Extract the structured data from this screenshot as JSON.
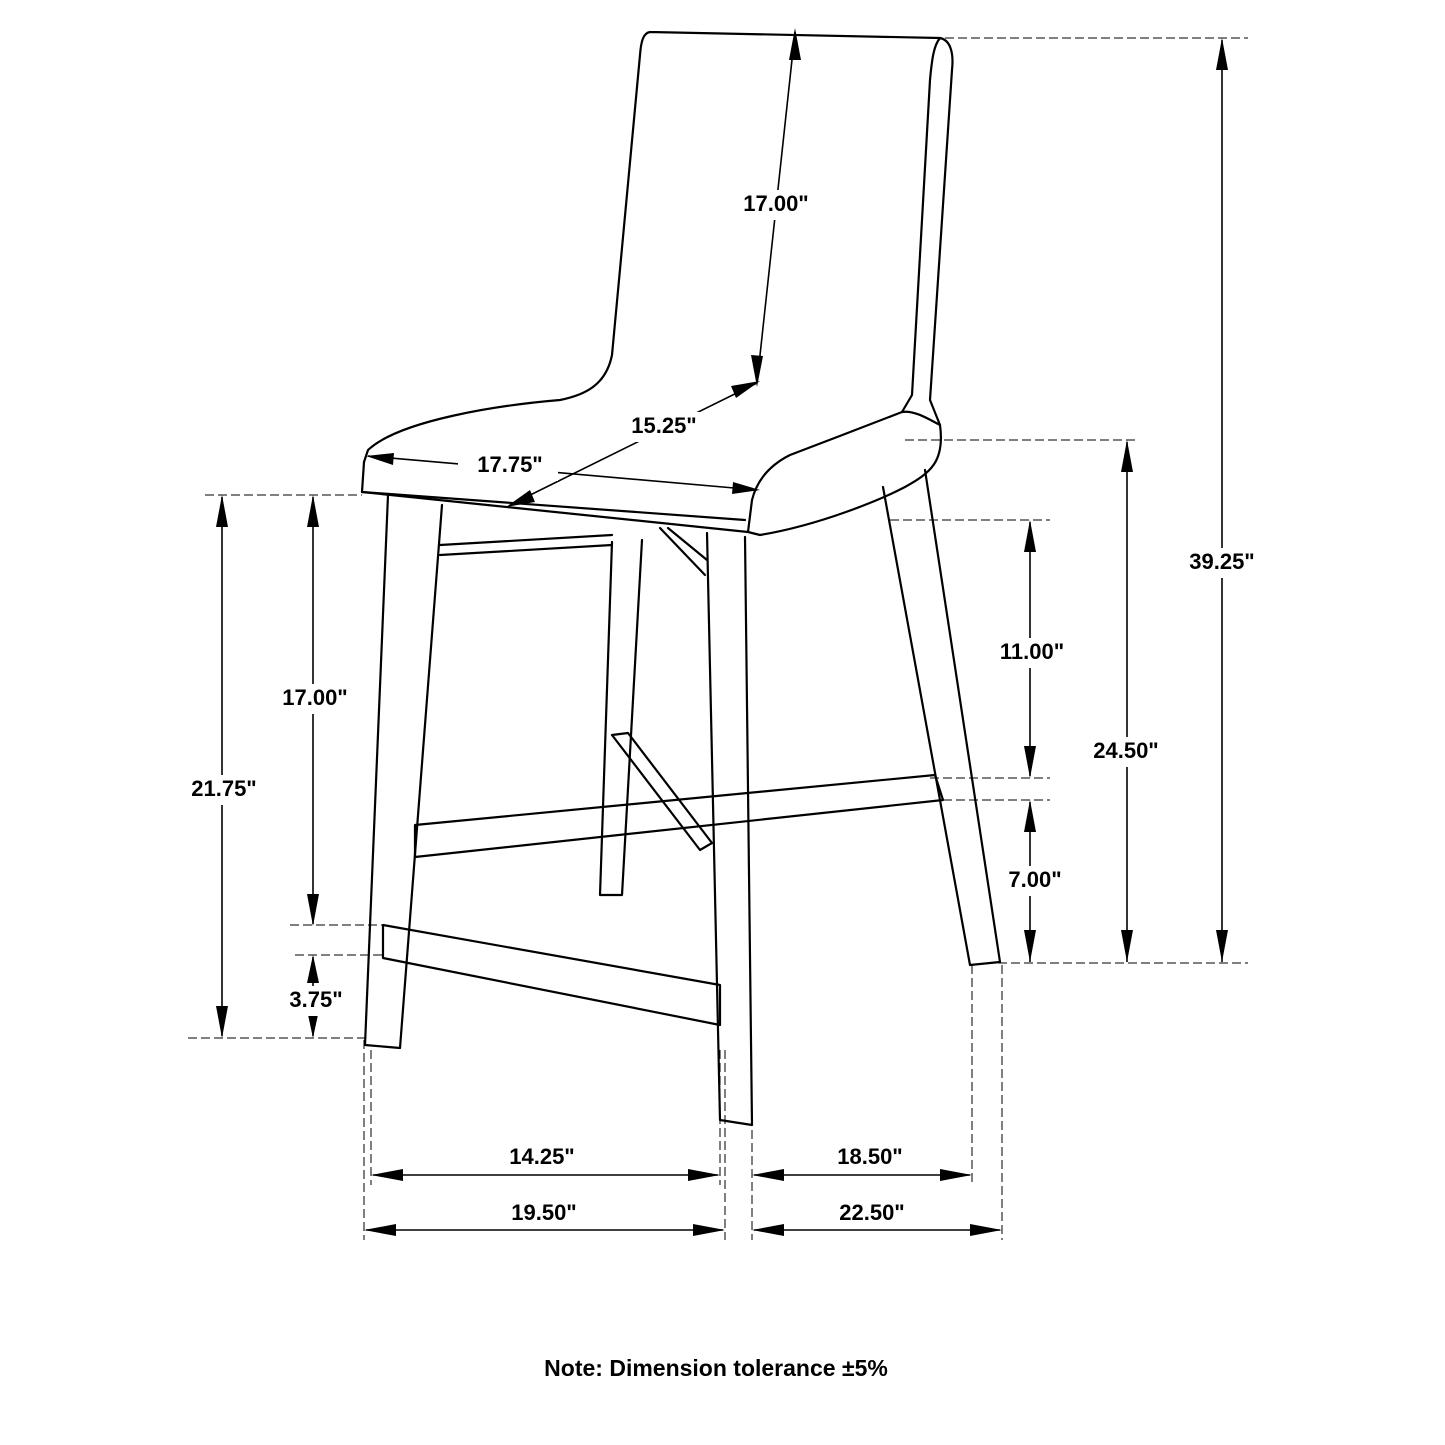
{
  "dimensions": {
    "back_height": "17.00\"",
    "seat_depth": "15.25\"",
    "seat_width": "17.75\"",
    "overall_height": "39.25\"",
    "seat_height": "24.50\"",
    "seat_to_upper_stretcher": "11.00\"",
    "upper_stretcher_to_floor": "7.00\"",
    "front_seat_to_footrest": "17.00\"",
    "front_height": "21.75\"",
    "footrest_height": "3.75\"",
    "inner_leg_width": "14.25\"",
    "overall_width": "19.50\"",
    "inner_leg_depth": "18.50\"",
    "overall_depth": "22.50\""
  },
  "note": "Note: Dimension tolerance ±5%",
  "colors": {
    "line": "#000000",
    "background": "#ffffff"
  }
}
